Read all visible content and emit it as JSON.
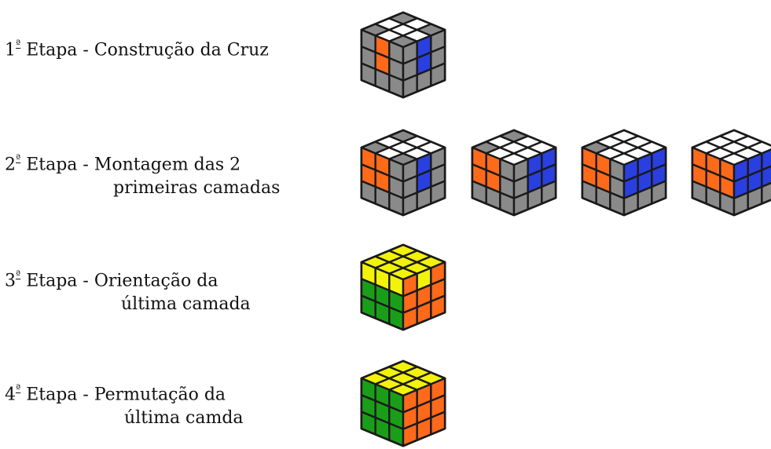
{
  "steps": [
    {
      "number": "1",
      "ordinal": "ª",
      "title": "Etapa - Construção da Cruz",
      "title_line2": "",
      "cubes": [
        {
          "top": [
            "#8a8a8a",
            "#ffffff",
            "#8a8a8a",
            "#ffffff",
            "#ffffff",
            "#ffffff",
            "#8a8a8a",
            "#ffffff",
            "#8a8a8a"
          ],
          "left": [
            "#8a8a8a",
            "#ff6a1a",
            "#8a8a8a",
            "#8a8a8a",
            "#ff6a1a",
            "#8a8a8a",
            "#8a8a8a",
            "#8a8a8a",
            "#8a8a8a"
          ],
          "right": [
            "#8a8a8a",
            "#2a3fe0",
            "#8a8a8a",
            "#8a8a8a",
            "#2a3fe0",
            "#8a8a8a",
            "#8a8a8a",
            "#8a8a8a",
            "#8a8a8a"
          ]
        }
      ]
    },
    {
      "number": "2",
      "ordinal": "ª",
      "title": "Etapa - Montagem das 2",
      "title_line2": "primeiras camadas",
      "cubes": [
        {
          "top": [
            "#8a8a8a",
            "#ffffff",
            "#ffffff",
            "#ffffff",
            "#ffffff",
            "#ffffff",
            "#8a8a8a",
            "#ffffff",
            "#8a8a8a"
          ],
          "left": [
            "#ff6a1a",
            "#ff6a1a",
            "#8a8a8a",
            "#ff6a1a",
            "#ff6a1a",
            "#8a8a8a",
            "#8a8a8a",
            "#8a8a8a",
            "#8a8a8a"
          ],
          "right": [
            "#8a8a8a",
            "#2a3fe0",
            "#8a8a8a",
            "#8a8a8a",
            "#2a3fe0",
            "#8a8a8a",
            "#8a8a8a",
            "#8a8a8a",
            "#8a8a8a"
          ]
        },
        {
          "top": [
            "#8a8a8a",
            "#ffffff",
            "#ffffff",
            "#ffffff",
            "#ffffff",
            "#ffffff",
            "#8a8a8a",
            "#ffffff",
            "#ffffff"
          ],
          "left": [
            "#ff6a1a",
            "#ff6a1a",
            "#8a8a8a",
            "#ff6a1a",
            "#ff6a1a",
            "#8a8a8a",
            "#8a8a8a",
            "#8a8a8a",
            "#8a8a8a"
          ],
          "right": [
            "#8a8a8a",
            "#2a3fe0",
            "#2a3fe0",
            "#8a8a8a",
            "#2a3fe0",
            "#2a3fe0",
            "#8a8a8a",
            "#8a8a8a",
            "#8a8a8a"
          ]
        },
        {
          "top": [
            "#ffffff",
            "#ffffff",
            "#ffffff",
            "#ffffff",
            "#ffffff",
            "#ffffff",
            "#8a8a8a",
            "#ffffff",
            "#ffffff"
          ],
          "left": [
            "#ff6a1a",
            "#ff6a1a",
            "#8a8a8a",
            "#ff6a1a",
            "#ff6a1a",
            "#8a8a8a",
            "#8a8a8a",
            "#8a8a8a",
            "#8a8a8a"
          ],
          "right": [
            "#2a3fe0",
            "#2a3fe0",
            "#2a3fe0",
            "#2a3fe0",
            "#2a3fe0",
            "#2a3fe0",
            "#8a8a8a",
            "#8a8a8a",
            "#8a8a8a"
          ]
        },
        {
          "top": [
            "#ffffff",
            "#ffffff",
            "#ffffff",
            "#ffffff",
            "#ffffff",
            "#ffffff",
            "#ffffff",
            "#ffffff",
            "#ffffff"
          ],
          "left": [
            "#ff6a1a",
            "#ff6a1a",
            "#ff6a1a",
            "#ff6a1a",
            "#ff6a1a",
            "#ff6a1a",
            "#8a8a8a",
            "#8a8a8a",
            "#8a8a8a"
          ],
          "right": [
            "#2a3fe0",
            "#2a3fe0",
            "#2a3fe0",
            "#2a3fe0",
            "#2a3fe0",
            "#2a3fe0",
            "#8a8a8a",
            "#8a8a8a",
            "#8a8a8a"
          ]
        }
      ]
    },
    {
      "number": "3",
      "ordinal": "ª",
      "title": "Etapa - Orientação da",
      "title_line2": "última camada",
      "cubes": [
        {
          "top": [
            "#f2f20a",
            "#f2f20a",
            "#f2f20a",
            "#f2f20a",
            "#f2f20a",
            "#f2f20a",
            "#f2f20a",
            "#f2f20a",
            "#f2f20a"
          ],
          "left": [
            "#f2f20a",
            "#f2f20a",
            "#f2f20a",
            "#1a9e1a",
            "#1a9e1a",
            "#1a9e1a",
            "#1a9e1a",
            "#1a9e1a",
            "#1a9e1a"
          ],
          "right": [
            "#ff6a1a",
            "#f2f20a",
            "#ff6a1a",
            "#ff6a1a",
            "#ff6a1a",
            "#ff6a1a",
            "#ff6a1a",
            "#ff6a1a",
            "#ff6a1a"
          ]
        }
      ]
    },
    {
      "number": "4",
      "ordinal": "ª",
      "title": "Etapa - Permutação da",
      "title_line2": "última camda",
      "cubes": [
        {
          "top": [
            "#f2f20a",
            "#f2f20a",
            "#f2f20a",
            "#f2f20a",
            "#f2f20a",
            "#f2f20a",
            "#f2f20a",
            "#f2f20a",
            "#f2f20a"
          ],
          "left": [
            "#1a9e1a",
            "#1a9e1a",
            "#1a9e1a",
            "#1a9e1a",
            "#1a9e1a",
            "#1a9e1a",
            "#1a9e1a",
            "#1a9e1a",
            "#1a9e1a"
          ],
          "right": [
            "#ff6a1a",
            "#ff6a1a",
            "#ff6a1a",
            "#ff6a1a",
            "#ff6a1a",
            "#ff6a1a",
            "#ff6a1a",
            "#ff6a1a",
            "#ff6a1a"
          ]
        }
      ]
    }
  ]
}
